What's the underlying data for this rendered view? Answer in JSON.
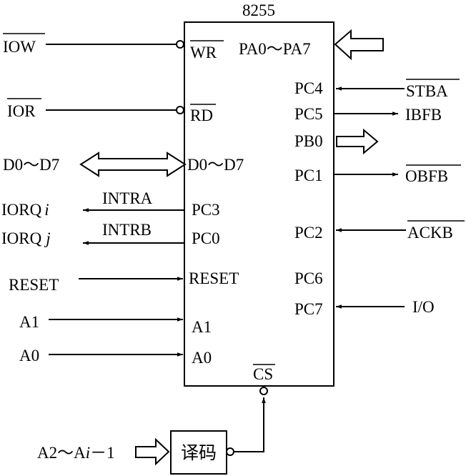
{
  "chip": {
    "title": "8255"
  },
  "left_signals": {
    "iow": "IOW",
    "ior": "IOR",
    "data_bus": "D0～D7",
    "iorq_i": {
      "base": "IORQ",
      "sub": "i"
    },
    "iorq_j": {
      "base": "IORQ",
      "sub": "j"
    },
    "reset": "RESET",
    "a1": "A1",
    "a0": "A0"
  },
  "chip_pins_left": {
    "wr": "WR",
    "rd": "RD",
    "d0d7": "D0～D7",
    "intra": "INTRA",
    "pc3": "PC3",
    "intrb": "INTRB",
    "pc0": "PC0",
    "reset": "RESET",
    "a1": "A1",
    "a0": "A0",
    "cs": "CS"
  },
  "chip_pins_right": {
    "pa": "PA0～PA7",
    "pc4": "PC4",
    "pc5": "PC5",
    "pb0": "PB0",
    "pc1": "PC1",
    "pc2": "PC2",
    "pc6": "PC6",
    "pc7": "PC7"
  },
  "right_signals": {
    "stba": "STBA",
    "ibfb": "IBFB",
    "obfb": "OBFB",
    "ackb": "ACKB",
    "io": "I/O"
  },
  "decoder": {
    "label": "译码",
    "input": {
      "pre": "A2～A",
      "var": "i",
      "post": "－1"
    }
  }
}
